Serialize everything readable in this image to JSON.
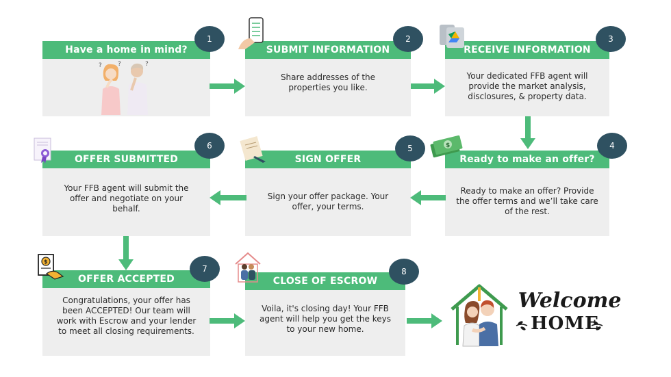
{
  "steps": [
    {
      "number": "1",
      "title": "Have a home in mind?",
      "body": ""
    },
    {
      "number": "2",
      "title": "SUBMIT INFORMATION",
      "body": "Share addresses of the properties you like."
    },
    {
      "number": "3",
      "title": "RECEIVE INFORMATION",
      "body": "Your dedicated FFB agent will provide the market analysis, disclosures, & property data."
    },
    {
      "number": "4",
      "title": "Ready to make an offer?",
      "body": "Ready to make an offer? Provide the offer terms and we’ll take care of the rest."
    },
    {
      "number": "5",
      "title": "SIGN OFFER",
      "body": "Sign your offer package. Your offer, your terms."
    },
    {
      "number": "6",
      "title": "OFFER SUBMITTED",
      "body": "Your FFB agent will submit the offer and negotiate on your behalf."
    },
    {
      "number": "7",
      "title": "OFFER ACCEPTED",
      "body": "Congratulations, your offer has been ACCEPTED! Our team will work with Escrow and your lender to meet all closing requirements."
    },
    {
      "number": "8",
      "title": "CLOSE OF ESCROW",
      "body": "Voila, it's closing day! Your FFB agent will help you get the keys to your new home."
    }
  ],
  "welcome": {
    "line1": "Welcome",
    "line2": "HOME"
  },
  "colors": {
    "header": "#4dbb7a",
    "badge": "#2f5161",
    "card": "#eeeeee",
    "arrow": "#4dbb7a"
  },
  "icons": [
    "thinking-couple-icon",
    "phone-checklist-icon",
    "documents-icon",
    "money-icon",
    "signing-document-icon",
    "certificate-icon",
    "dollar-handshake-icon",
    "couple-house-icon",
    "welcome-home-couple-icon"
  ]
}
